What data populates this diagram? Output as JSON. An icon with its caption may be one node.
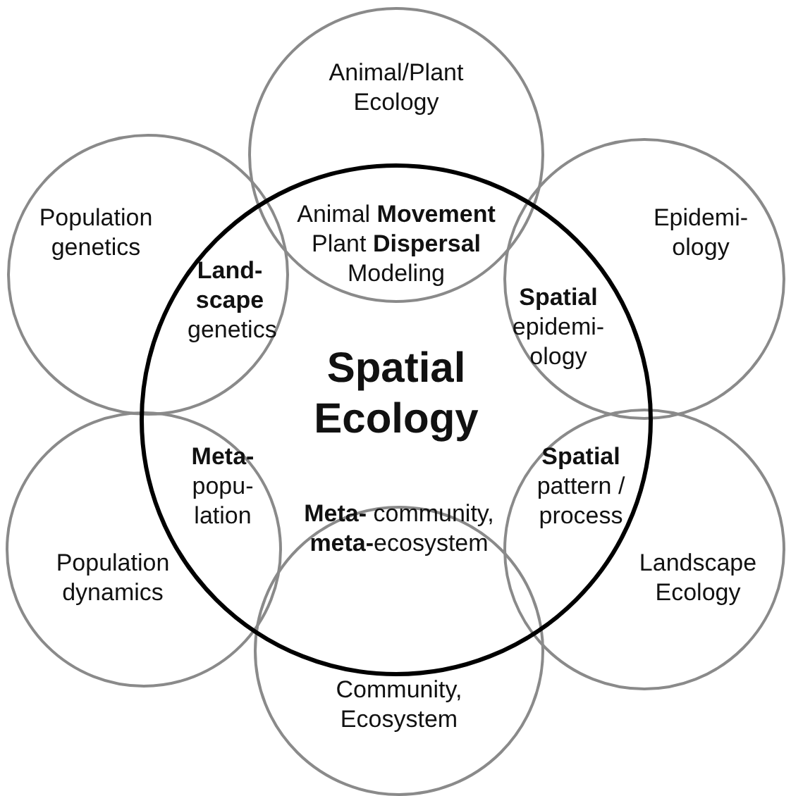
{
  "diagram": {
    "nodes": [
      {
        "text": [
          "Animal/Plant Ecology"
        ]
      },
      {
        "text": [
          "Population genetics"
        ]
      },
      {
        "text": [
          "Epidemi- ology"
        ]
      },
      {
        "text": [
          "Spatial Ecology"
        ]
      },
      {
        "text": [
          "Population dynamics"
        ]
      },
      {
        "text": [
          "Landscape Ecology"
        ]
      },
      {
        "text": [
          "Community, Ecosystem"
        ]
      }
    ],
    "labels": [
      "Animal **Movement** Plant **Dispersal** Modeling",
      "**Land- scape** genetics",
      "**Spatial** epidemi- ology",
      "**Meta-** popu- lation",
      "**Spatial** pattern / process",
      "**Meta-** community, **meta-**ecosystem"
    ]
  }
}
